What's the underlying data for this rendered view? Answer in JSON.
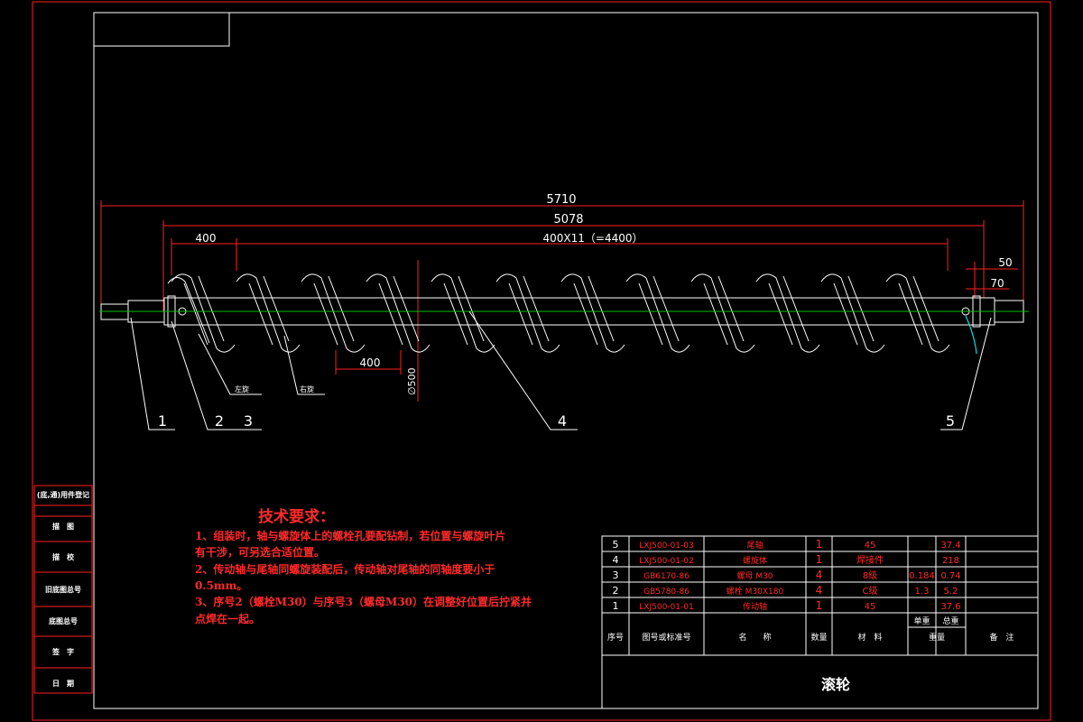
{
  "colors": {
    "border": "#ff2020",
    "shaft": "#00c000",
    "dim": "#ff2020",
    "line": "#ffffff",
    "text_white": "#ffffff",
    "text_red": "#ff2a2a",
    "leader_cyan": "#00e0e0"
  },
  "dimensions": {
    "overall": "5710",
    "spiral_length": "5078",
    "first_pitch": "400",
    "pitch_series": "400X11（=4400）",
    "end_50": "50",
    "end_70": "70",
    "pitch_lower": "400",
    "diameter": "∅500"
  },
  "annotations": {
    "left_turn": "左旋",
    "right_turn": "右旋"
  },
  "balloons": [
    "1",
    "2",
    "3",
    "4",
    "5"
  ],
  "tech_requirements": {
    "title": "技术要求：",
    "lines": [
      "1、组装时，轴与螺旋体上的螺栓孔要配钻制，若位置与螺旋叶片",
      "有干涉，可另选合适位置。",
      "2、传动轴与尾轴同螺旋装配后，传动轴对尾轴的同轴度要小于",
      "0.5mm。",
      "3、序号2（螺栓M30）与序号3（螺母M30）在调整好位置后拧紧并",
      "点焊在一起。"
    ]
  },
  "side_labels": [
    "(底,通)用件登记",
    "描　图",
    "描　校",
    "旧底图总号",
    "底图总号",
    "签　字",
    "日　期"
  ],
  "bom": {
    "rows": [
      {
        "no": "5",
        "code": "LXJ500-01-03",
        "name": "尾轴",
        "qty": "1",
        "material": "45",
        "unit": "",
        "total": "37.4"
      },
      {
        "no": "4",
        "code": "LXJ500-01-02",
        "name": "螺旋体",
        "qty": "1",
        "material": "焊接件",
        "unit": "",
        "total": "218"
      },
      {
        "no": "3",
        "code": "GB6170-86",
        "name": "螺母 M30",
        "qty": "4",
        "material": "8级",
        "unit": "0.184",
        "total": "0.74"
      },
      {
        "no": "2",
        "code": "GB5780-86",
        "name": "螺栓 M30X180",
        "qty": "4",
        "material": "C级",
        "unit": "1.3",
        "total": "5.2"
      },
      {
        "no": "1",
        "code": "LXJ500-01-01",
        "name": "传动轴",
        "qty": "1",
        "material": "45",
        "unit": "",
        "total": "37.6"
      }
    ],
    "header": {
      "no": "序号",
      "code": "图号或标准号",
      "name": "名　　称",
      "qty": "数量",
      "material": "材　料",
      "unit_weight": "单重",
      "total_weight": "总重",
      "weight": "重量",
      "remark": "备　注"
    },
    "title": "滚轮"
  }
}
